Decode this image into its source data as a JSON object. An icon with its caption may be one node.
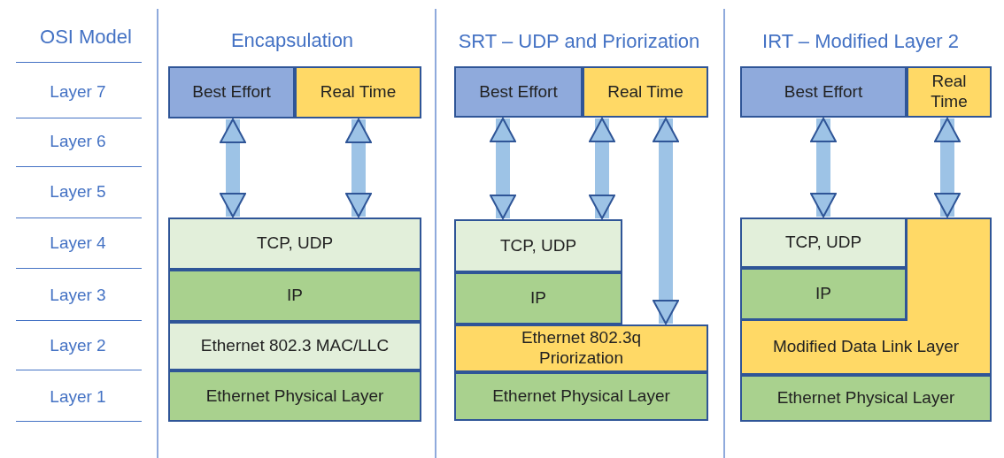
{
  "diagram": {
    "nodes": [
      {
        "text": [
          "Best Effort"
        ]
      },
      {
        "text": [
          "Real Time"
        ]
      },
      {
        "text": [
          "TCP, UDP"
        ]
      },
      {
        "text": [
          "IP"
        ]
      },
      {
        "text": [
          "Ethernet 802.3 MAC/LLC"
        ]
      },
      {
        "text": [
          "Ethernet Physical Layer"
        ]
      },
      {
        "text": [
          "Best Effort"
        ]
      },
      {
        "text": [
          "Real Time"
        ]
      },
      {
        "text": [
          "TCP, UDP"
        ]
      },
      {
        "text": [
          "IP"
        ]
      },
      {
        "text": [
          "Ethernet 802.3q Priorization"
        ]
      },
      {
        "text": [
          "Ethernet Physical Layer"
        ]
      },
      {
        "text": [
          "Best Effort"
        ]
      },
      {
        "text": [
          "Real Time"
        ]
      },
      {
        "text": [
          "TCP, UDP"
        ]
      },
      {
        "text": [
          "IP"
        ]
      },
      {
        "text": [
          "Modified Data Link Layer"
        ]
      },
      {
        "text": [
          "Ethernet Physical Layer"
        ]
      }
    ],
    "edges": [
      {
        "from": 0,
        "to": 2,
        "arrow": "both"
      },
      {
        "from": 1,
        "to": 2,
        "arrow": "both"
      },
      {
        "from": 6,
        "to": 8,
        "arrow": "both"
      },
      {
        "from": 7,
        "to": 8,
        "arrow": "both"
      },
      {
        "from": 7,
        "to": 10,
        "arrow": "both"
      },
      {
        "from": 12,
        "to": 14,
        "arrow": "both"
      },
      {
        "from": 13,
        "to": 16,
        "arrow": "both"
      }
    ],
    "labels": [
      "OSI Model",
      "Encapsulation",
      "SRT – UDP and Priorization",
      "IRT – Modified Layer 2",
      "Layer 7",
      "Layer 6",
      "Layer 5",
      "Layer 4",
      "Layer 3",
      "Layer 2",
      "Layer 1"
    ]
  }
}
